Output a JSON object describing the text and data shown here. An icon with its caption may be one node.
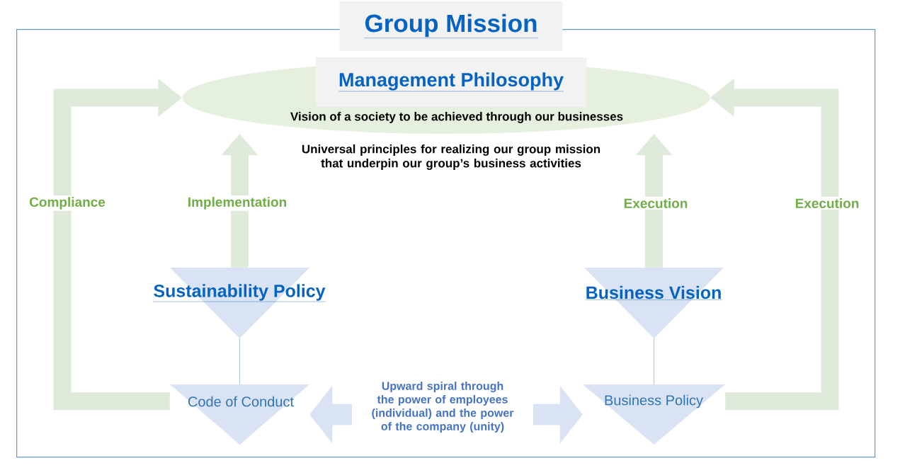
{
  "diagram": {
    "title": "Group Mission",
    "nodes": [
      {
        "text": [],
        "shape": "box"
      },
      {
        "text": [
          "Management Philosophy",
          "Vision of a society to be achieved through our businesses"
        ],
        "in": 0,
        "beside": [
          "Universal principles for realizing our group mission that underpin our group’s business activities"
        ]
      },
      {
        "text": [
          "Sustainability Policy"
        ],
        "in": 0
      },
      {
        "text": [
          "Business Vision"
        ],
        "in": 0
      },
      {
        "text": [
          "Code of Conduct"
        ],
        "in": 0
      },
      {
        "text": [
          "Business Policy"
        ],
        "in": 0
      }
    ],
    "edges": [
      {
        "from": 4,
        "to": 1,
        "arrow": "to",
        "label": "Compliance"
      },
      {
        "from": 2,
        "to": 1,
        "arrow": "to",
        "label": "Implementation"
      },
      {
        "from": 3,
        "to": 1,
        "arrow": "to",
        "label": "Execution"
      },
      {
        "from": 5,
        "to": 1,
        "arrow": "to",
        "label": "Execution"
      },
      {
        "from": 2,
        "to": 4,
        "arrow": "none",
        "color": "#9dc3e6"
      },
      {
        "from": 3,
        "to": 5,
        "arrow": "none",
        "color": "#9dc3e6"
      },
      {
        "from": 4,
        "to": 5,
        "arrow": "both",
        "label": "Upward spiral through the power of employees (individual) and the power of the company (unity)",
        "color": "#dae3f3"
      }
    ]
  }
}
